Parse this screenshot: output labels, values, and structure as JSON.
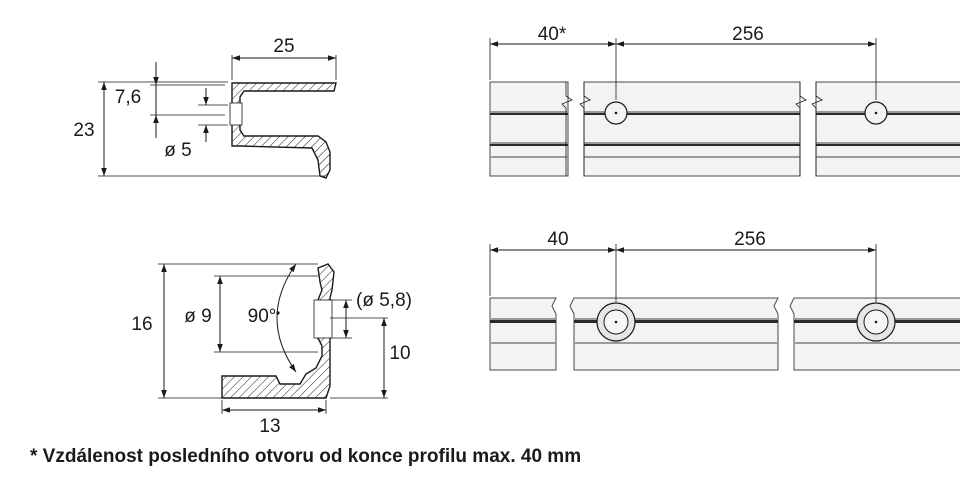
{
  "profile_top": {
    "width": "25",
    "height_total": "23",
    "height_slot": "7,6",
    "hole_diameter": "ø 5"
  },
  "profile_bottom": {
    "height_total": "16",
    "slot_diameter": "ø 9",
    "angle": "90°",
    "hole_diameter": "(ø 5,8)",
    "hole_height": "10",
    "width": "13"
  },
  "rail_top": {
    "first_hole_distance": "40*",
    "hole_pitch": "256"
  },
  "rail_bottom": {
    "first_hole_distance": "40",
    "hole_pitch": "256"
  },
  "footnote": "* Vzdálenost posledního otvoru od konce profilu max. 40 mm"
}
